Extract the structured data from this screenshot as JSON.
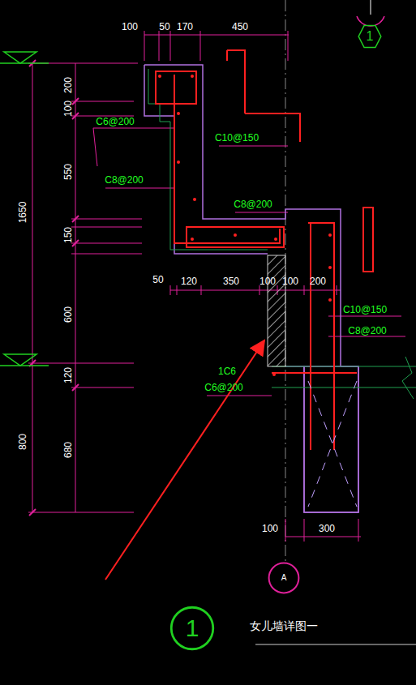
{
  "diagram": {
    "nodes": [
      {
        "text": [
          "1"
        ]
      },
      {
        "text": [
          "A"
        ]
      },
      {
        "text": [
          "1"
        ]
      }
    ],
    "labels": [
      "100",
      "50",
      "170",
      "450",
      "200",
      "100",
      "550",
      "1650",
      "150",
      "600",
      "120",
      "800",
      "680",
      "C6@200",
      "C10@150",
      "C8@200",
      "C8@200",
      "50",
      "120",
      "350",
      "100",
      "100",
      "200",
      "C10@150",
      "C8@200",
      "1C6",
      "C6@200",
      "100",
      "300",
      "女儿墙详图一"
    ]
  }
}
